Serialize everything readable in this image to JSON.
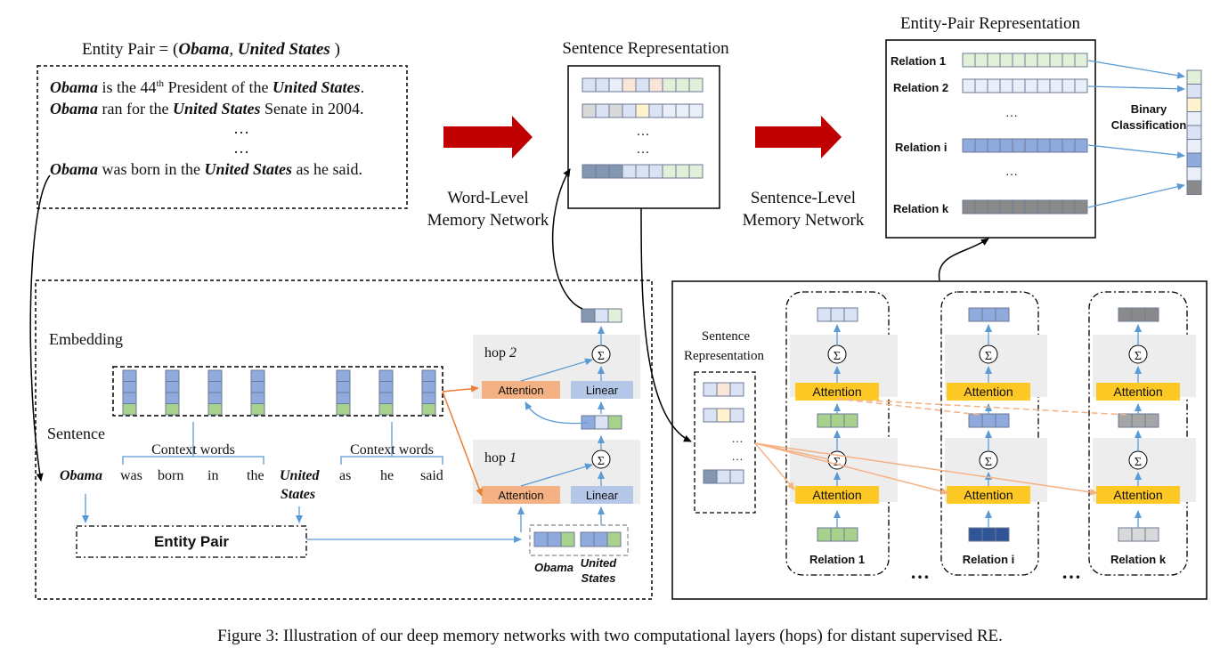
{
  "top": {
    "entity_pair_prefix": "Entity  Pair = (",
    "entity_pair_e1": "Obama",
    "entity_pair_sep": ", ",
    "entity_pair_e2": "United States",
    "entity_pair_suffix": " )",
    "sentences": {
      "s1_e1": "Obama",
      "s1_mid1": " is the 44",
      "s1_sup": "th",
      "s1_mid2": " President of the ",
      "s1_e2": "United States",
      "s1_end": ".",
      "s2_e1": "Obama",
      "s2_mid": " ran for the ",
      "s2_e2": "United States",
      "s2_end": " Senate in 2004.",
      "ell1": "…",
      "ell2": "…",
      "s3_e1": "Obama",
      "s3_mid": " was born in the ",
      "s3_e2": "United States",
      "s3_end": " as he said."
    },
    "sentence_rep_title": "Sentence  Representation",
    "sentence_rep_ell1": "…",
    "sentence_rep_ell2": "…",
    "word_level_1": "Word-Level",
    "word_level_2": "Memory Network",
    "sentence_level_1": "Sentence-Level",
    "sentence_level_2": "Memory Network",
    "entity_pair_rep_title": "Entity-Pair  Representation",
    "relations": [
      "Relation 1",
      "Relation 2",
      "Relation i",
      "Relation k"
    ],
    "rel_ell1": "…",
    "rel_ell2": "…",
    "binary_1": "Binary",
    "binary_2": "Classification"
  },
  "word_level": {
    "embedding": "Embedding",
    "sentence": "Sentence",
    "context_words_1": "Context words",
    "context_words_2": "Context words",
    "words": [
      "Obama",
      "was",
      "born",
      "in",
      "the",
      "United",
      "States",
      "as",
      "he",
      "said"
    ],
    "entity_pair": "Entity Pair",
    "hop2": "hop",
    "hop2_num": "2",
    "hop1": "hop",
    "hop1_num": "1",
    "attention": "Attention",
    "linear": "Linear",
    "sigma": "Σ",
    "mem_obama": "Obama",
    "mem_united": "United",
    "mem_states": "States"
  },
  "sentence_level": {
    "sent_rep_1": "Sentence",
    "sent_rep_2": "Representation",
    "ell1": "…",
    "ell2": "…",
    "attention": "Attention",
    "sigma": "Σ",
    "relations": [
      "Relation 1",
      "Relation i",
      "Relation k"
    ],
    "dots": "…"
  },
  "caption": "Figure 3: Illustration of our deep memory networks with two computational layers (hops) for distant supervised RE.",
  "colors": {
    "arrow_red": "#c00000",
    "attention_orange": "#f4b183",
    "attention_yellow": "#ffc000",
    "linear_blue": "#b4c7e7",
    "hop_bg": "#ededed",
    "cell_blue": "#8faadc",
    "cell_green": "#a9d18e",
    "cell_navy": "#2f5597",
    "cell_gray": "#a6a6a6",
    "line_blue": "#5b9bd5",
    "line_orange": "#ed7d31",
    "line_yellow": "#f4b183"
  }
}
